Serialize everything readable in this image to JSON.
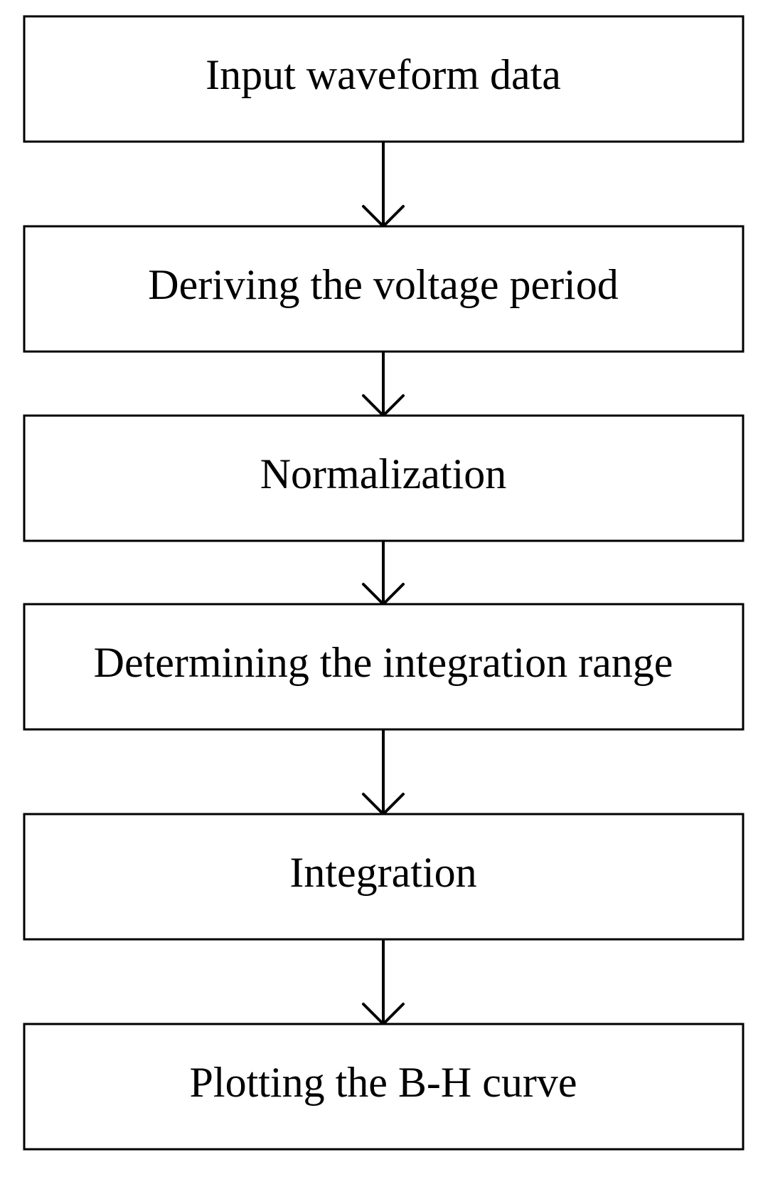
{
  "flowchart": {
    "steps": [
      {
        "label": "Input waveform data"
      },
      {
        "label": "Deriving the voltage period"
      },
      {
        "label": "Normalization"
      },
      {
        "label": "Determining the integration range"
      },
      {
        "label": "Integration"
      },
      {
        "label": "Plotting the B-H curve"
      }
    ],
    "colors": {
      "stroke": "#000000",
      "fill": "#ffffff",
      "text": "#000000"
    }
  }
}
